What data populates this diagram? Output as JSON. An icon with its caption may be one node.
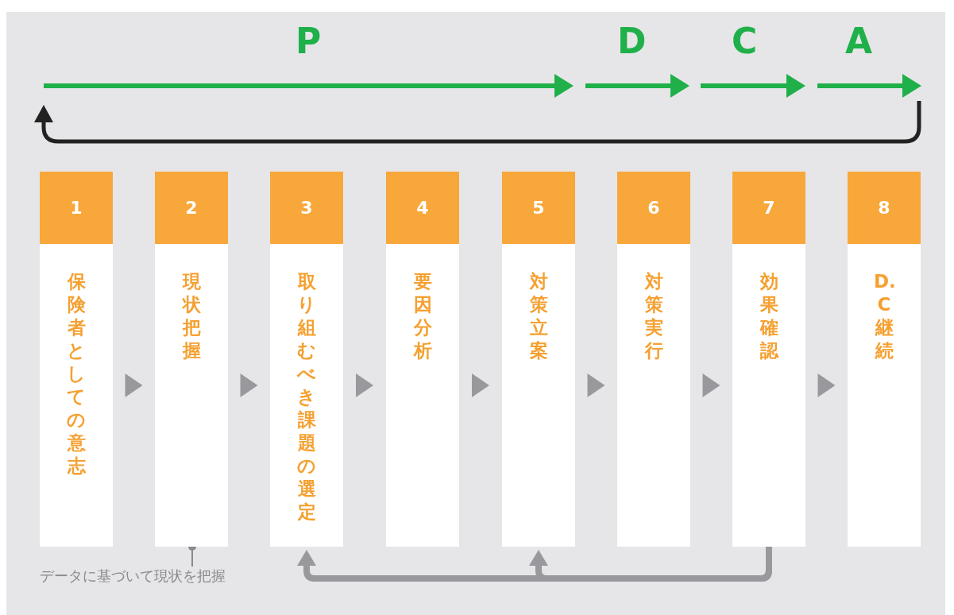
{
  "diagram": {
    "nodes": [
      {
        "text": [
          "1",
          "保険者としての意志"
        ]
      },
      {
        "text": [
          "2",
          "現状把握"
        ]
      },
      {
        "text": [
          "3",
          "取り組むべき課題の選定"
        ]
      },
      {
        "text": [
          "4",
          "要因分析"
        ]
      },
      {
        "text": [
          "5",
          "対策立案"
        ]
      },
      {
        "text": [
          "6",
          "対策実行"
        ]
      },
      {
        "text": [
          "7",
          "効果確認"
        ]
      },
      {
        "text": [
          "8",
          "D.C継続"
        ]
      },
      {
        "text": [
          "データに基づいて現状を把握"
        ]
      }
    ],
    "edges": [
      {
        "from": 0,
        "to": 1,
        "arrow": "to"
      },
      {
        "from": 1,
        "to": 2,
        "arrow": "to"
      },
      {
        "from": 2,
        "to": 3,
        "arrow": "to"
      },
      {
        "from": 3,
        "to": 4,
        "arrow": "to"
      },
      {
        "from": 4,
        "to": 5,
        "arrow": "to"
      },
      {
        "from": 5,
        "to": 6,
        "arrow": "to"
      },
      {
        "from": 6,
        "to": 7,
        "arrow": "to"
      },
      {
        "from": 6,
        "to": 2,
        "arrow": "to"
      },
      {
        "from": 6,
        "to": 4,
        "arrow": "to"
      },
      {
        "from": 8,
        "to": 1,
        "arrow": "other"
      }
    ],
    "labels": [
      "P",
      "D",
      "C",
      "A"
    ]
  }
}
